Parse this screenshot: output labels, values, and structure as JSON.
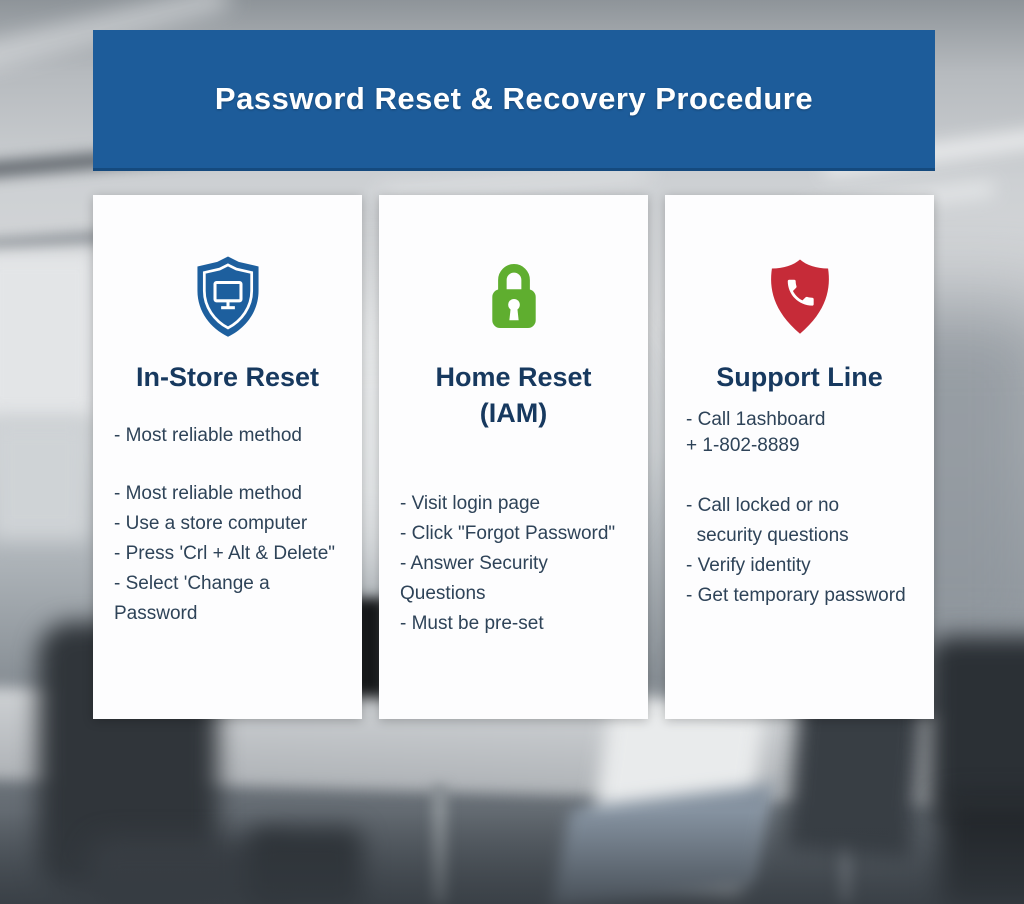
{
  "header": {
    "title": "Password Reset & Recovery Procedure",
    "bg_color": "#1d5c9a",
    "text_color": "#ffffff"
  },
  "colors": {
    "card_title": "#17395f",
    "body_text": "#2e4358",
    "blue_icon": "#1d5f9e",
    "green_icon": "#5fae2f",
    "red_icon": "#c62b38",
    "card_bg": "#fdfdfe"
  },
  "cards": [
    {
      "title": "In-Store Reset",
      "icon": "shield-monitor-icon",
      "intro": [
        "- Most reliable method"
      ],
      "items": [
        "- Most reliable method",
        "- Use a store computer",
        "- Press 'Crl + Alt & Delete\"",
        "- Select 'Change a Password"
      ]
    },
    {
      "title": "Home Reset",
      "title_line2": "(IAM)",
      "icon": "padlock-icon",
      "intro": [],
      "items": [
        "- Visit login page",
        "- Click \"Forgot Password\"",
        "- Answer Security Questions",
        "- Must be pre-set"
      ]
    },
    {
      "title": "Support Line",
      "icon": "shield-phone-icon",
      "intro": [
        "- Call 1ashboard",
        "+ 1-802-8889"
      ],
      "items": [
        "- Call locked or no",
        "  security questions",
        "- Verify identity",
        "- Get temporary password"
      ]
    }
  ]
}
